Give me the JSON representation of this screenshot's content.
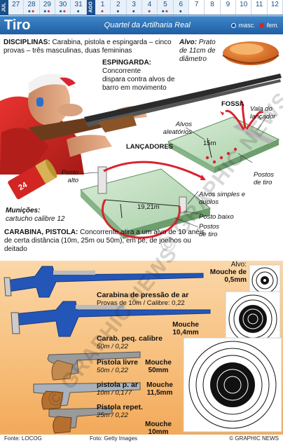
{
  "datebar": {
    "month_jul": "JUL",
    "month_ago": "AGO",
    "days_jul": [
      "27",
      "28",
      "29",
      "30",
      "31"
    ],
    "days_ago": [
      "1",
      "2",
      "3",
      "4",
      "5",
      "6",
      "7",
      "8",
      "9",
      "10",
      "11",
      "12"
    ]
  },
  "header": {
    "title": "Tiro",
    "venue": "Quartel da Artilharia Real",
    "legend_masc": "masc.",
    "legend_fem": "fem."
  },
  "colors": {
    "blue": "#1a4f8c",
    "red": "#d9232e",
    "orange": "#f7be7a"
  },
  "disciplinas": {
    "label": "DISCIPLINAS:",
    "text": "Carabina, pistola e espingarda – cinco provas – três masculinas, duas femininas"
  },
  "alvo": {
    "label": "Alvo:",
    "text_1": "Prato",
    "text_2": "de 11cm de",
    "text_3": "diâmetro"
  },
  "espingarda": {
    "label": "ESPINGARDA:",
    "text_1": "Concorrente",
    "text_2": "dispara contra alvos de",
    "text_3": "barro em movimento"
  },
  "fossa": {
    "title": "FOSSA",
    "vala": "Vala do lançador",
    "alvos_aleatorios": "Alvos aleatórios",
    "distance": "15m",
    "postos_tiro": "Postos de tiro"
  },
  "lancadores": {
    "title": "LANÇADORES",
    "posto_alto": "Posto alto",
    "distance": "19,21m",
    "alvos_simples": "Alvos simples e duplos",
    "posto_baixo": "Posto baixo",
    "postos_tiro": "Postos de tiro"
  },
  "municoes": {
    "label": "Munições:",
    "text": "cartucho calibre 12",
    "shell_text": "24"
  },
  "carabina_pistola": {
    "label": "CARABINA, PISTOLA:",
    "text": "Concorrente atira a um alvo de 10 anéis de certa distância (10m, 25m ou 50m), em pé, de joelhos ou deitado"
  },
  "targets": {
    "alvo_label": "Alvo:",
    "t1": "Mouche de 0,5mm",
    "t2": "Mouche 10,4mm",
    "t3": "Mouche 50mm",
    "t4": "Mouche 11,5mm",
    "t5": "Mouche 10mm"
  },
  "guns": {
    "g1_name": "Carabina de pressão de ar",
    "g1_detail": "Provas de 10m / Calibre: 0,22",
    "g2_name": "Carab. peq. calibre",
    "g2_detail": "50m / 0,22",
    "g3_name": "Pistola livre",
    "g3_detail": "50m / 0,22",
    "g4_name": "pistola p. ar",
    "g4_detail": "10m / 0,177",
    "g5_name": "Pistola repet.",
    "g5_detail": "25m / 0,22"
  },
  "footer": {
    "source": "Fonte: LOCOG",
    "photo": "Foto: Getty Images",
    "credit": "© GRAPHIC NEWS"
  },
  "watermark": "© GRAPHIC NEWS"
}
